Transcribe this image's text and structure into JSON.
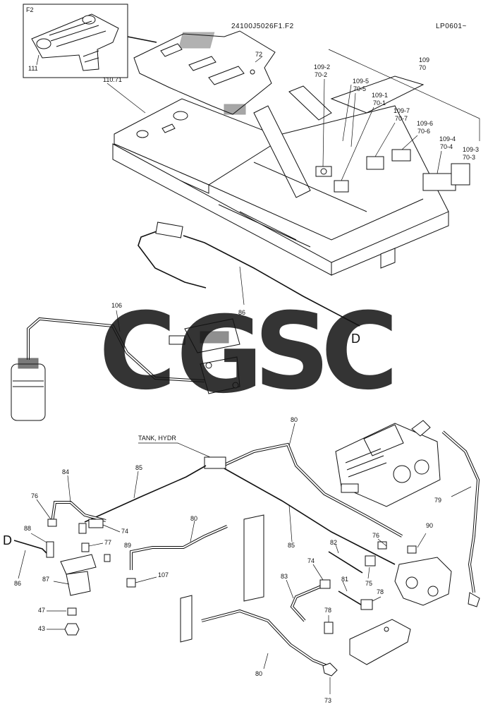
{
  "header": {
    "drawing_code": "24100J5026F1.F2",
    "page_ref": "LP0601~",
    "inset_label": "F2"
  },
  "callouts": {
    "c111": "111",
    "c110_71": "110.71",
    "c72": "72",
    "c109_2": "109-2",
    "c70_2": "70-2",
    "c109_5": "109-5",
    "c70_5": "70-5",
    "c109": "109",
    "c70": "70",
    "c109_1": "109-1",
    "c70_1": "70-1",
    "c109_7": "109-7",
    "c70_7": "70-7",
    "c109_6": "109-6",
    "c70_6": "70-6",
    "c109_4": "109-4",
    "c70_4": "70-4",
    "c109_3": "109-3",
    "c70_3": "70-3",
    "c86_top": "86",
    "c106": "106",
    "d_top": "D",
    "c80_top": "80",
    "tank": "TANK, HYDR",
    "c85_left": "85",
    "c84": "84",
    "c76_left": "76",
    "c74_left": "74",
    "c77": "77",
    "c88": "88",
    "c89": "89",
    "d_left": "D",
    "c86_left": "86",
    "c87": "87",
    "c47": "47",
    "c43": "43",
    "c80_mid": "80",
    "c107": "107",
    "c85_right": "85",
    "c82": "82",
    "c76_right": "76",
    "c90": "90",
    "c79": "79",
    "c74_right": "74",
    "c75": "75",
    "c83": "83",
    "c81": "81",
    "c78_right": "78",
    "c78_mid": "78",
    "c80_bottom": "80",
    "c73": "73"
  },
  "watermark": {
    "letters": [
      "C",
      "G",
      "S",
      "C"
    ],
    "colors": [
      "#5b8ff0",
      "#e85a5a",
      "#f5d24a",
      "#3cab78"
    ]
  }
}
